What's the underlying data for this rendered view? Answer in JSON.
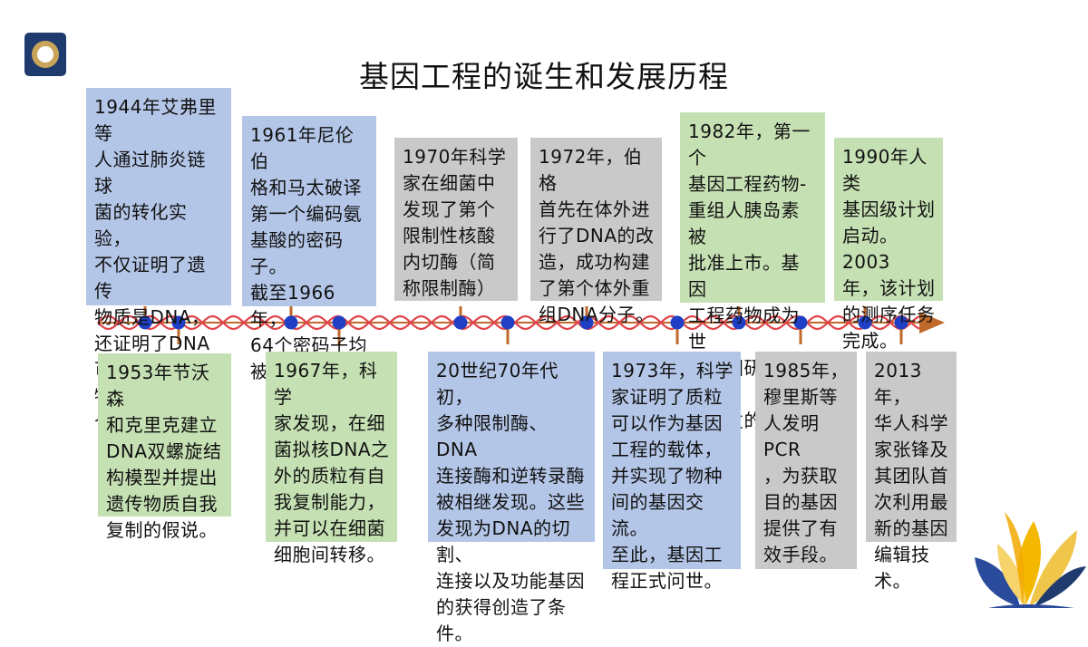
{
  "page": {
    "title": "基因工程的诞生和发展历程"
  },
  "colors": {
    "blue_card": "#b4c6e7",
    "gray_card": "#c9c9c9",
    "green_card": "#c5e0b3",
    "helix_strand": "#e0444a",
    "dot": "#1f3fc4",
    "tick": "#c0692b",
    "arrow": "#c0692b"
  },
  "events_top": [
    {
      "text": "1944年艾弗里等\n人通过肺炎链球\n菌的转化实验，\n不仅证明了遗传\n物质是DNA，\n还证明了DNA\n可以在同种生物\n个体间转移。"
    },
    {
      "text": "1961年尼伦伯\n格和马太破译\n第一个编码氨\n基酸的密码子。\n截至1966年，\n64个密码子均\n被破译成功。"
    },
    {
      "text": "1970年科学\n家在细菌中\n发现了第个\n限制性核酸\n内切酶（简\n称限制酶）"
    },
    {
      "text": "1972年，伯格\n首先在体外进\n行了DNA的改\n造，成功构建\n了第个体外重\n组DNA分子。"
    },
    {
      "text": "1982年，第一个\n基因工程药物-\n重组人胰岛素被\n批准上市。基因\n工程药物成为世\n界各国研究和投\n资开发的热点。"
    },
    {
      "text": "1990年人类\n基因级计划\n启动。2003\n年，该计划\n的测序任务\n完成。"
    }
  ],
  "events_bottom": [
    {
      "text": "1953年节沃森\n和克里克建立\nDNA双螺旋结\n构模型并提出\n遗传物质自我\n复制的假说。"
    },
    {
      "text": "1967年，科学\n家发现，在细\n菌拟核DNA之\n外的质粒有自\n我复制能力，\n并可以在细菌\n细胞间转移。"
    },
    {
      "text": "20世纪70年代初，\n多种限制酶、DNA\n连接酶和逆转录酶\n被相继发现。这些\n发现为DNA的切割、\n连接以及功能基因\n的获得创造了条件。"
    },
    {
      "text": "1973年，科学\n家证明了质粒\n可以作为基因\n工程的载体，\n并实现了物种\n间的基因交流。\n至此，基因工\n程正式问世。"
    },
    {
      "text": "1985年，\n穆里斯等\n人发明PCR\n，为获取\n目的基因\n提供了有\n效手段。"
    },
    {
      "text": "2013年，\n华人科学\n家张锋及\n其团队首\n次利用最\n新的基因\n编辑技术。"
    }
  ]
}
